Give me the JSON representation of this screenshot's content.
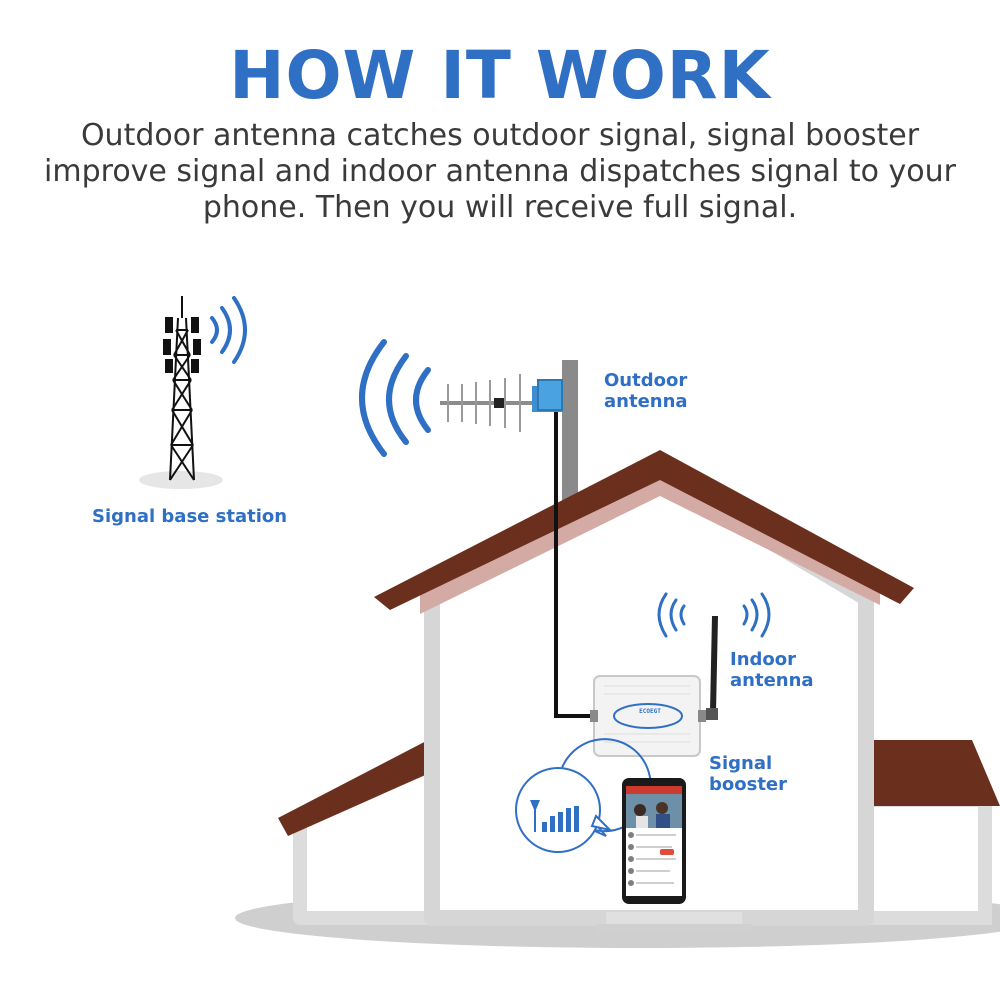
{
  "header": {
    "title": "HOW IT WORK",
    "description": "Outdoor antenna catches outdoor signal, signal booster improve signal and indoor antenna dispatches signal to your phone. Then you will receive full signal."
  },
  "labels": {
    "base_station": "Signal base station",
    "outdoor_antenna": "Outdoor\nantenna",
    "indoor_antenna": "Indoor\nantenna",
    "signal_booster": "Signal\nbooster"
  },
  "device": {
    "brand": "ECOEGT"
  },
  "icons": {
    "tower": "cell-tower-icon",
    "signal_waves": "signal-waves-icon",
    "signal_bars": "signal-bars-icon",
    "phone": "smartphone-icon"
  },
  "colors": {
    "accent": "#2f6fc4",
    "roof": "#6b2f1e",
    "roof_underside": "#d4aaa4",
    "wall_outline": "#d6d6d6",
    "ground": "#cfcfcf"
  }
}
